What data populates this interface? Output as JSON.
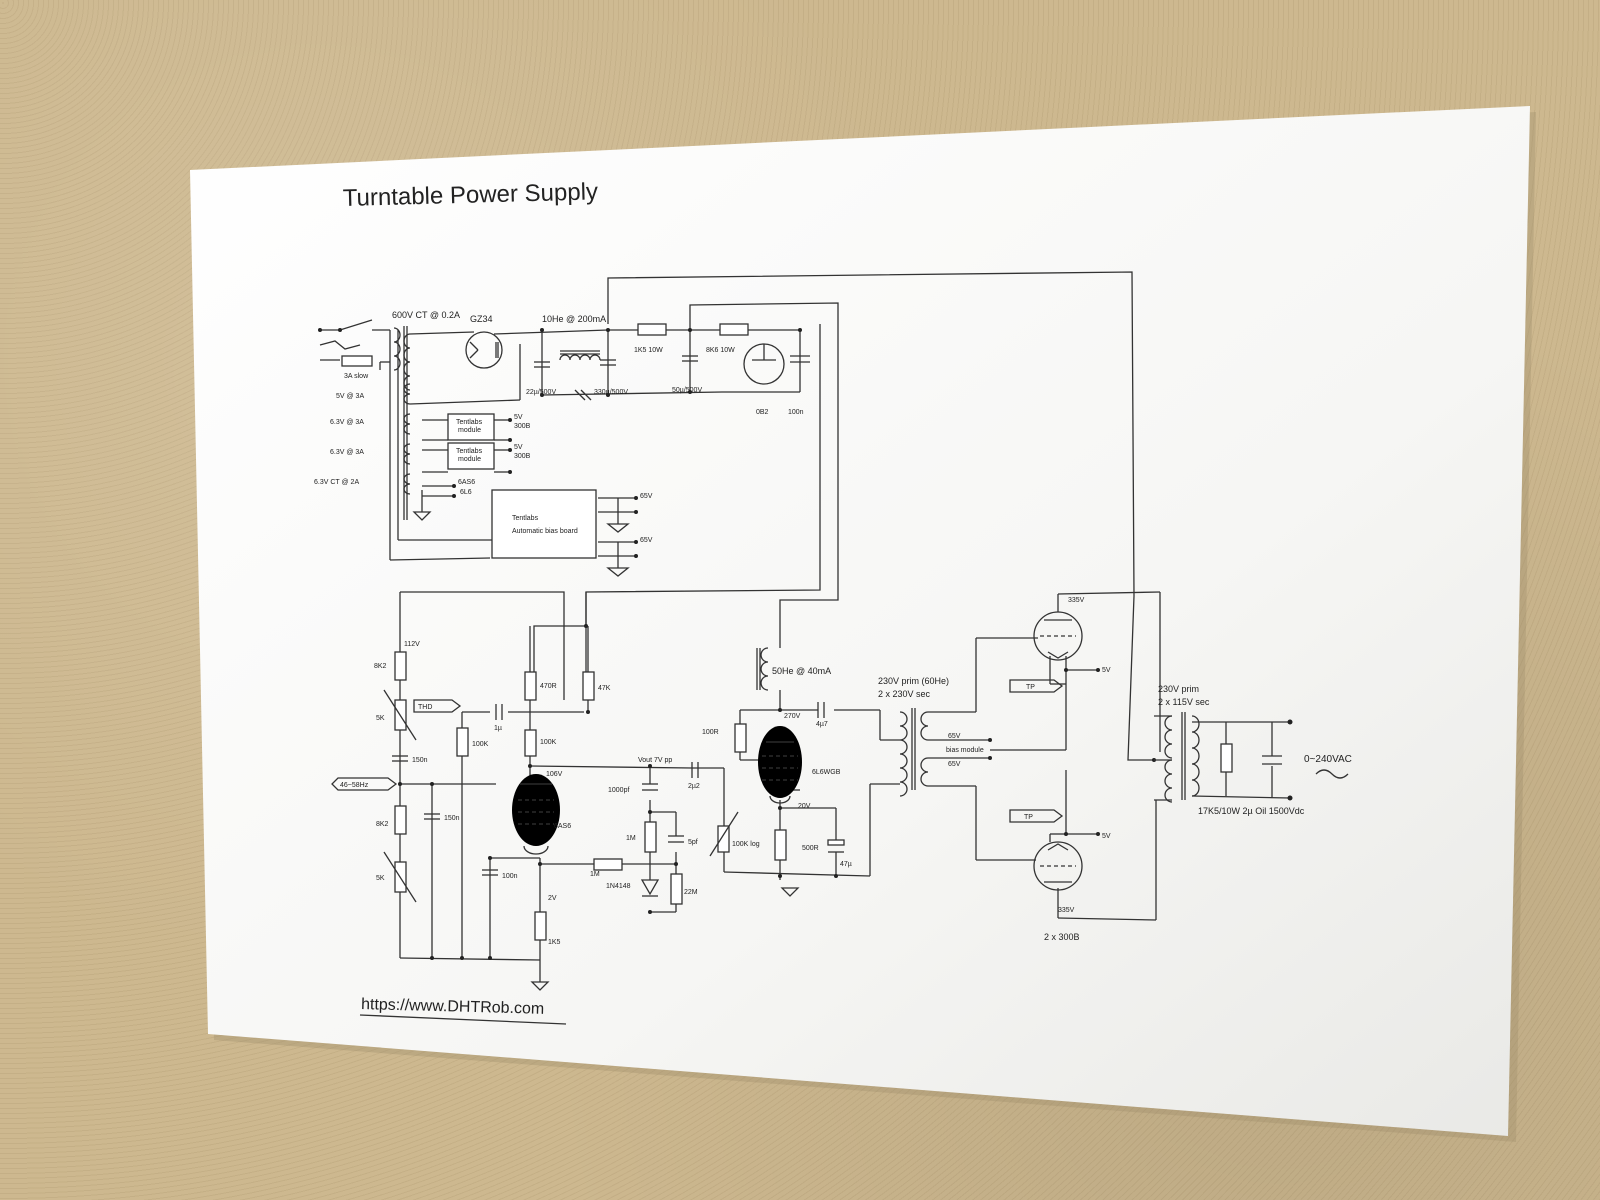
{
  "title": "Turntable Power Supply",
  "url": "https://www.DHTRob.com",
  "labels": {
    "transformer_main": "600V CT @ 0.2A",
    "rectifier": "GZ34",
    "choke1": "10He @ 200mA",
    "fuse": "3A slow",
    "sec_5v": "5V @ 3A",
    "sec_63_a": "6.3V @ 3A",
    "sec_63_b": "6.3V @ 3A",
    "sec_63ct": "6.3V CT @ 2A",
    "cap_22u": "22µ/500V",
    "cap_330u": "330µ/500V",
    "cap_50u": "50µ/500V",
    "res_1k5_10w": "1K5 10W",
    "res_8k6_10w": "8K6 10W",
    "tube_0b2": "0B2",
    "cap_100n_top": "100n",
    "tentlabs_module_1_a": "Tentlabs",
    "tentlabs_module_1_b": "module",
    "tentlabs_module_2_a": "Tentlabs",
    "tentlabs_module_2_b": "module",
    "mod1_5v": "5V",
    "mod1_300b": "300B",
    "mod2_5v": "5V",
    "mod2_300b": "300B",
    "heater_6as6": "6AS6",
    "heater_6l6": "6L6",
    "bias_board_a": "Tentlabs",
    "bias_board_b": "Automatic bias board",
    "bias_65v_a": "65V",
    "bias_65v_b": "65V",
    "v_112": "112V",
    "r_8k2_a": "8K2",
    "r_5k_a": "5K",
    "thd": "THD",
    "cap_1u": "1µ",
    "r_100k_a": "100K",
    "r_470r": "470R",
    "r_47k": "47K",
    "r_100k_b": "100K",
    "cap_150n_a": "150n",
    "freq_in": "46~58Hz",
    "r_8k2_b": "8K2",
    "cap_150n_b": "150n",
    "r_5k_b": "5K",
    "v_106": "106V",
    "tube_6as6": "6AS6",
    "vout": "Vout 7V pp",
    "cap_1000pf": "1000pf",
    "cap_2u2": "2µ2",
    "r_1m_a": "1M",
    "cap_5pf": "5pf",
    "cap_100n_b": "100n",
    "r_1m_b": "1M",
    "diode": "1N4148",
    "r_22m": "22M",
    "v_2": "2V",
    "r_1k5": "1K5",
    "choke2": "50He @ 40mA",
    "v_270": "270V",
    "cap_4u7": "4µ7",
    "r_100r": "100R",
    "tube_6l6": "6L6WGB",
    "pot_100k": "100K log",
    "v_20": "20V",
    "r_500r": "500R",
    "cap_47u": "47µ",
    "ot_a": "230V prim (60He)",
    "ot_b": "2 x 230V sec",
    "ot_65v_a": "65V",
    "ot_65v_b": "65V",
    "bias_module": "bias module",
    "v_335_a": "335V",
    "v_335_b": "335V",
    "tp_a": "TP",
    "tp_b": "TP",
    "fil_5v_a": "5V",
    "fil_5v_b": "5V",
    "tubes_300b": "2 x 300B",
    "out_a": "230V prim",
    "out_b": "2 x 115V sec",
    "mains": "0~240VAC",
    "load": "17K5/10W  2µ Oil 1500Vdc"
  }
}
